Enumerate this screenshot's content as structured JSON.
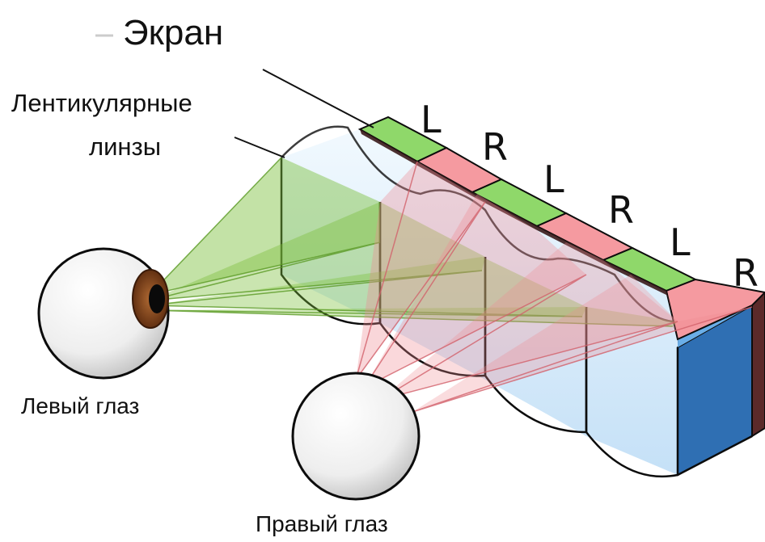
{
  "labels": {
    "screen": "Экран",
    "lenses_line1": "Лентикулярные",
    "lenses_line2": "линзы",
    "left_eye": "Левый глаз",
    "right_eye": "Правый глаз"
  },
  "strips": [
    "L",
    "R",
    "L",
    "R",
    "L",
    "R"
  ],
  "colors": {
    "left_strip": "#8fd86a",
    "right_strip": "#f59aa0",
    "left_beam": "#7bbf3a",
    "right_beam": "#ef8a92",
    "lens_blue": "#5aa8e6",
    "iris": "#6a3212"
  }
}
